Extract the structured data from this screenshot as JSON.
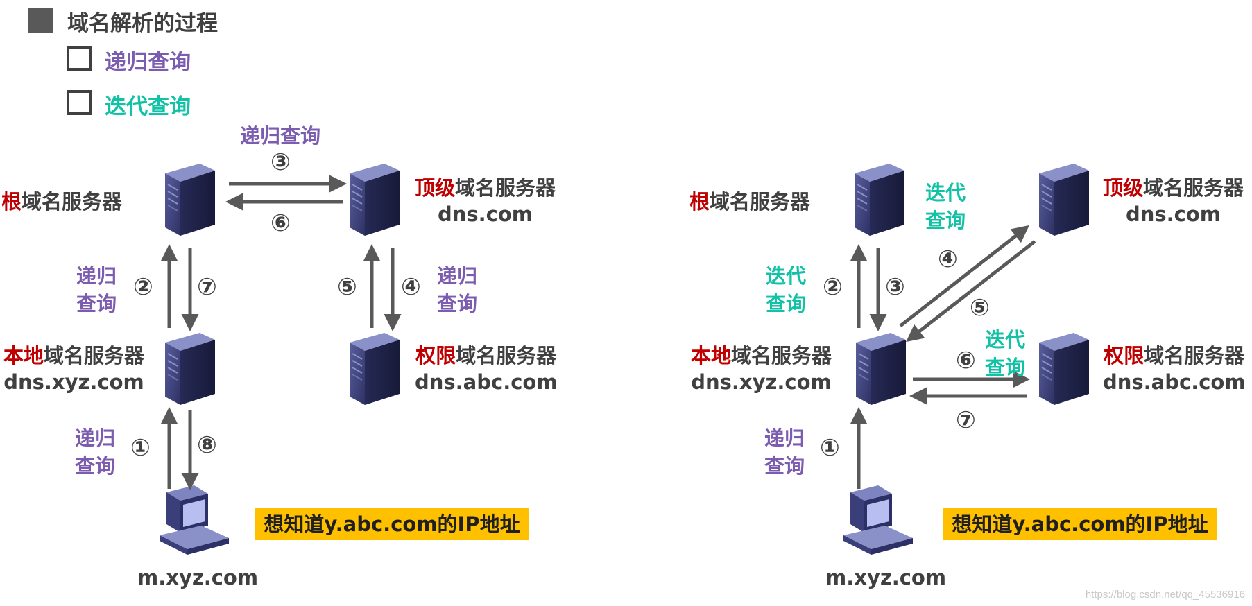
{
  "header": {
    "title": "域名解析的过程",
    "items": [
      {
        "label": "递归查询",
        "color": "#7C5CB0"
      },
      {
        "label": "迭代查询",
        "color": "#12C2A6"
      }
    ]
  },
  "left": {
    "top_query_label": "递归查询",
    "root": {
      "prefix": "根",
      "name": "域名服务器"
    },
    "tld": {
      "prefix": "顶级",
      "name": "域名服务器",
      "host": "dns.com"
    },
    "local": {
      "prefix": "本地",
      "name": "域名服务器",
      "host": "dns.xyz.com"
    },
    "auth": {
      "prefix": "权限",
      "name": "域名服务器",
      "host": "dns.abc.com"
    },
    "client": {
      "host": "m.xyz.com"
    },
    "query_a": "递归",
    "query_b": "查询",
    "note": "想知道y.abc.com的IP地址",
    "steps": [
      "①",
      "②",
      "③",
      "④",
      "⑤",
      "⑥",
      "⑦",
      "⑧"
    ]
  },
  "right": {
    "root": {
      "prefix": "根",
      "name": "域名服务器"
    },
    "tld": {
      "prefix": "顶级",
      "name": "域名服务器",
      "host": "dns.com"
    },
    "local": {
      "prefix": "本地",
      "name": "域名服务器",
      "host": "dns.xyz.com"
    },
    "auth": {
      "prefix": "权限",
      "name": "域名服务器",
      "host": "dns.abc.com"
    },
    "client": {
      "host": "m.xyz.com"
    },
    "iter_a": "迭代",
    "iter_b": "查询",
    "rec_a": "递归",
    "rec_b": "查询",
    "note": "想知道y.abc.com的IP地址",
    "steps": [
      "①",
      "②",
      "③",
      "④",
      "⑤",
      "⑥",
      "⑦"
    ]
  },
  "watermark": "https://blog.csdn.net/qq_45536916"
}
